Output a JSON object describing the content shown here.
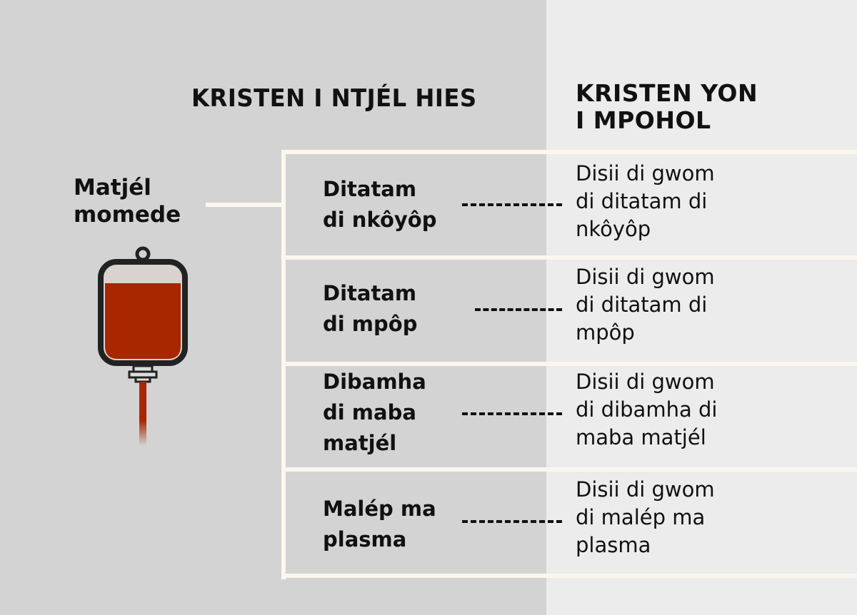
{
  "colors": {
    "left_bg": "#d3d3d3",
    "right_bg": "#ececec",
    "divider": "#fbf7ee",
    "blood": "#a82600",
    "outline": "#222222"
  },
  "headers": {
    "left": "KRISTEN I NTJÉL HIES",
    "right_line1": "KRISTEN YON",
    "right_line2": "I MPOHOL"
  },
  "source": {
    "line1": "Matjél",
    "line2": "momede",
    "icon": "blood-bag-icon"
  },
  "rows": [
    {
      "left": [
        "Ditatam",
        "di nkôyôp"
      ],
      "right": [
        "Disii di gwom",
        "di ditatam di",
        "nkôyôp"
      ]
    },
    {
      "left": [
        "Ditatam",
        "di mpôp"
      ],
      "right": [
        "Disii di gwom",
        "di ditatam di",
        "mpôp"
      ]
    },
    {
      "left": [
        "Dibamha",
        "di maba",
        "matjél"
      ],
      "right": [
        "Disii di gwom",
        "di dibamha di",
        "maba matjél"
      ]
    },
    {
      "left": [
        "Malép ma",
        "plasma"
      ],
      "right": [
        "Disii di gwom",
        "di malép ma",
        "plasma"
      ]
    }
  ]
}
